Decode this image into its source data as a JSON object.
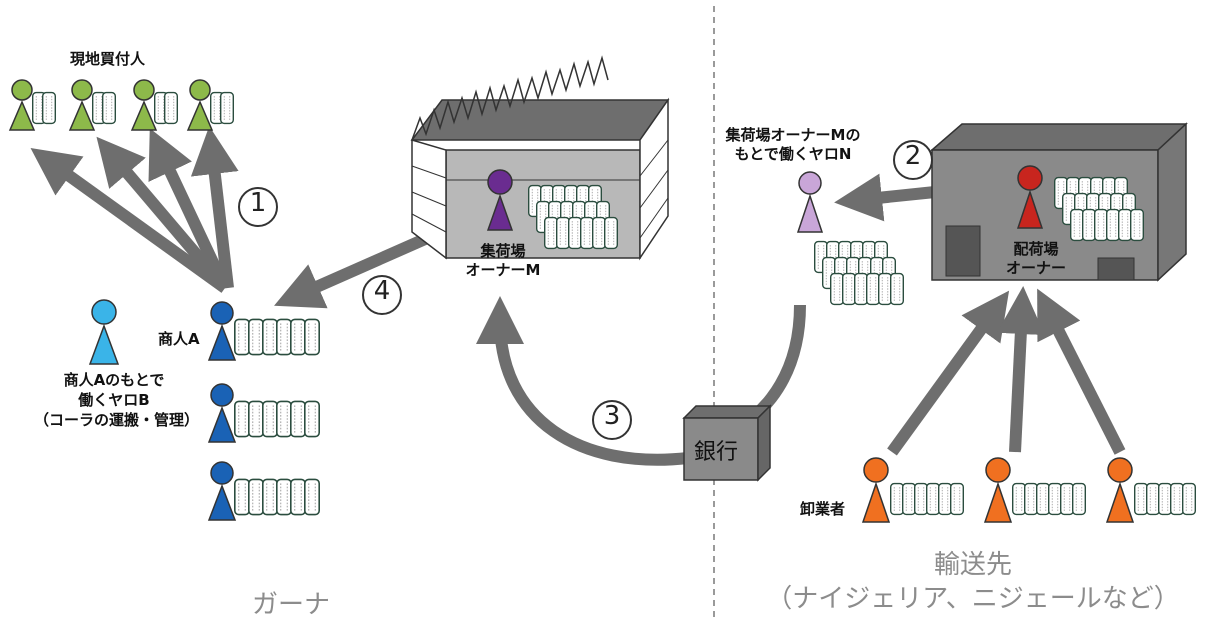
{
  "labels": {
    "local_buyers": "現地買付人",
    "merchant_a": "商人A",
    "yaro_b": "商人Aのもとで\n働くヤロB\n（コーラの運搬・管理）",
    "collector_m": "集荷場\nオーナーM",
    "yaro_n": "集荷場オーナーMの\nもとで働くヤロN",
    "distributor": "配荷場\nオーナー",
    "wholesaler": "卸業者",
    "bank": "銀行",
    "ghana": "ガーナ",
    "destination": "輸送先\n（ナイジェリア、ニジェールなど）"
  },
  "steps": [
    "1",
    "2",
    "3",
    "4"
  ],
  "colors": {
    "buyer": "#8db94a",
    "merchant": "#1a62b5",
    "yaro_b": "#3ab4e8",
    "owner_m": "#6a2c90",
    "yaro_n": "#c9a6d8",
    "distributor": "#c8251e",
    "wholesaler": "#f07020",
    "arrow": "#6e6e6e",
    "building": "#9a9a9a",
    "region_text": "#8c8c8c"
  }
}
